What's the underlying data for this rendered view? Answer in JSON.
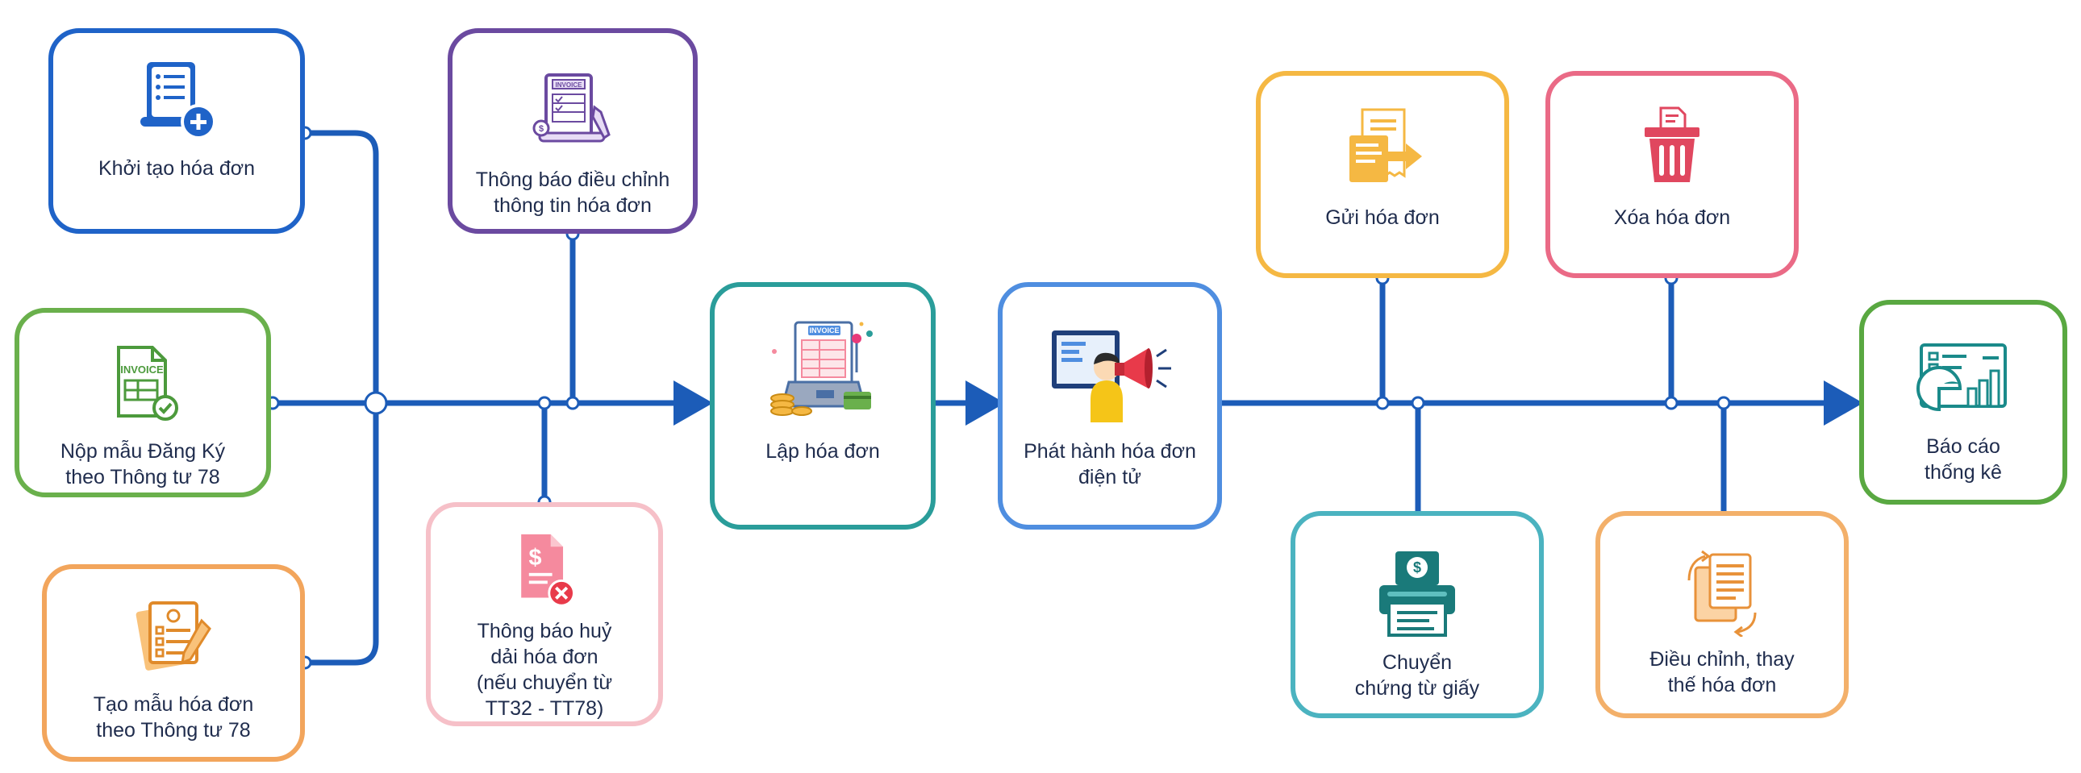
{
  "colors": {
    "line": "#1c5cb8",
    "blue": "#1f63c8",
    "green": "#6ab04c",
    "orange": "#f2a55c",
    "purple": "#6b4aa0",
    "pink": "#f6c0c8",
    "teal": "#2a9d9a",
    "lightblue": "#4f8ee0",
    "yellow": "#f5b843",
    "rose": "#ea6a86",
    "cyan": "#4bb3c0",
    "peach": "#f3b06a",
    "greenend": "#59a841"
  },
  "nodes": {
    "khoi_tao": {
      "label": "Khởi tạo hóa đơn",
      "icon": "document-add-icon"
    },
    "nop_mau": {
      "label": "Nộp mẫu Đăng Ký\ntheo Thông tư 78",
      "icon": "invoice-check-icon"
    },
    "tao_mau": {
      "label": "Tạo mẫu hóa đơn\ntheo Thông tư 78",
      "icon": "form-template-icon"
    },
    "thong_bao_dieu_chinh": {
      "label": "Thông báo điều chỉnh\nthông tin hóa đơn",
      "icon": "invoice-edit-icon"
    },
    "thong_bao_huy": {
      "label": "Thông báo huỷ\ndải hóa đơn\n(nếu chuyển từ\nTT32 - TT78)",
      "icon": "invoice-cancel-icon"
    },
    "lap_hoa_don": {
      "label": "Lập hóa đơn",
      "icon": "cash-register-icon"
    },
    "phat_hanh": {
      "label": "Phát hành hóa đơn\nđiện tử",
      "icon": "megaphone-icon"
    },
    "gui_hoa_don": {
      "label": "Gửi hóa đơn",
      "icon": "send-document-icon"
    },
    "chuyen_chung_tu": {
      "label": "Chuyển\nchứng từ giấy",
      "icon": "printer-icon"
    },
    "xoa_hoa_don": {
      "label": "Xóa hóa đơn",
      "icon": "trash-icon"
    },
    "dieu_chinh_thay_the": {
      "label": "Điều chỉnh, thay\nthế hóa đơn",
      "icon": "document-swap-icon"
    },
    "bao_cao": {
      "label": "Báo cáo\nthống kê",
      "icon": "report-chart-icon"
    }
  }
}
